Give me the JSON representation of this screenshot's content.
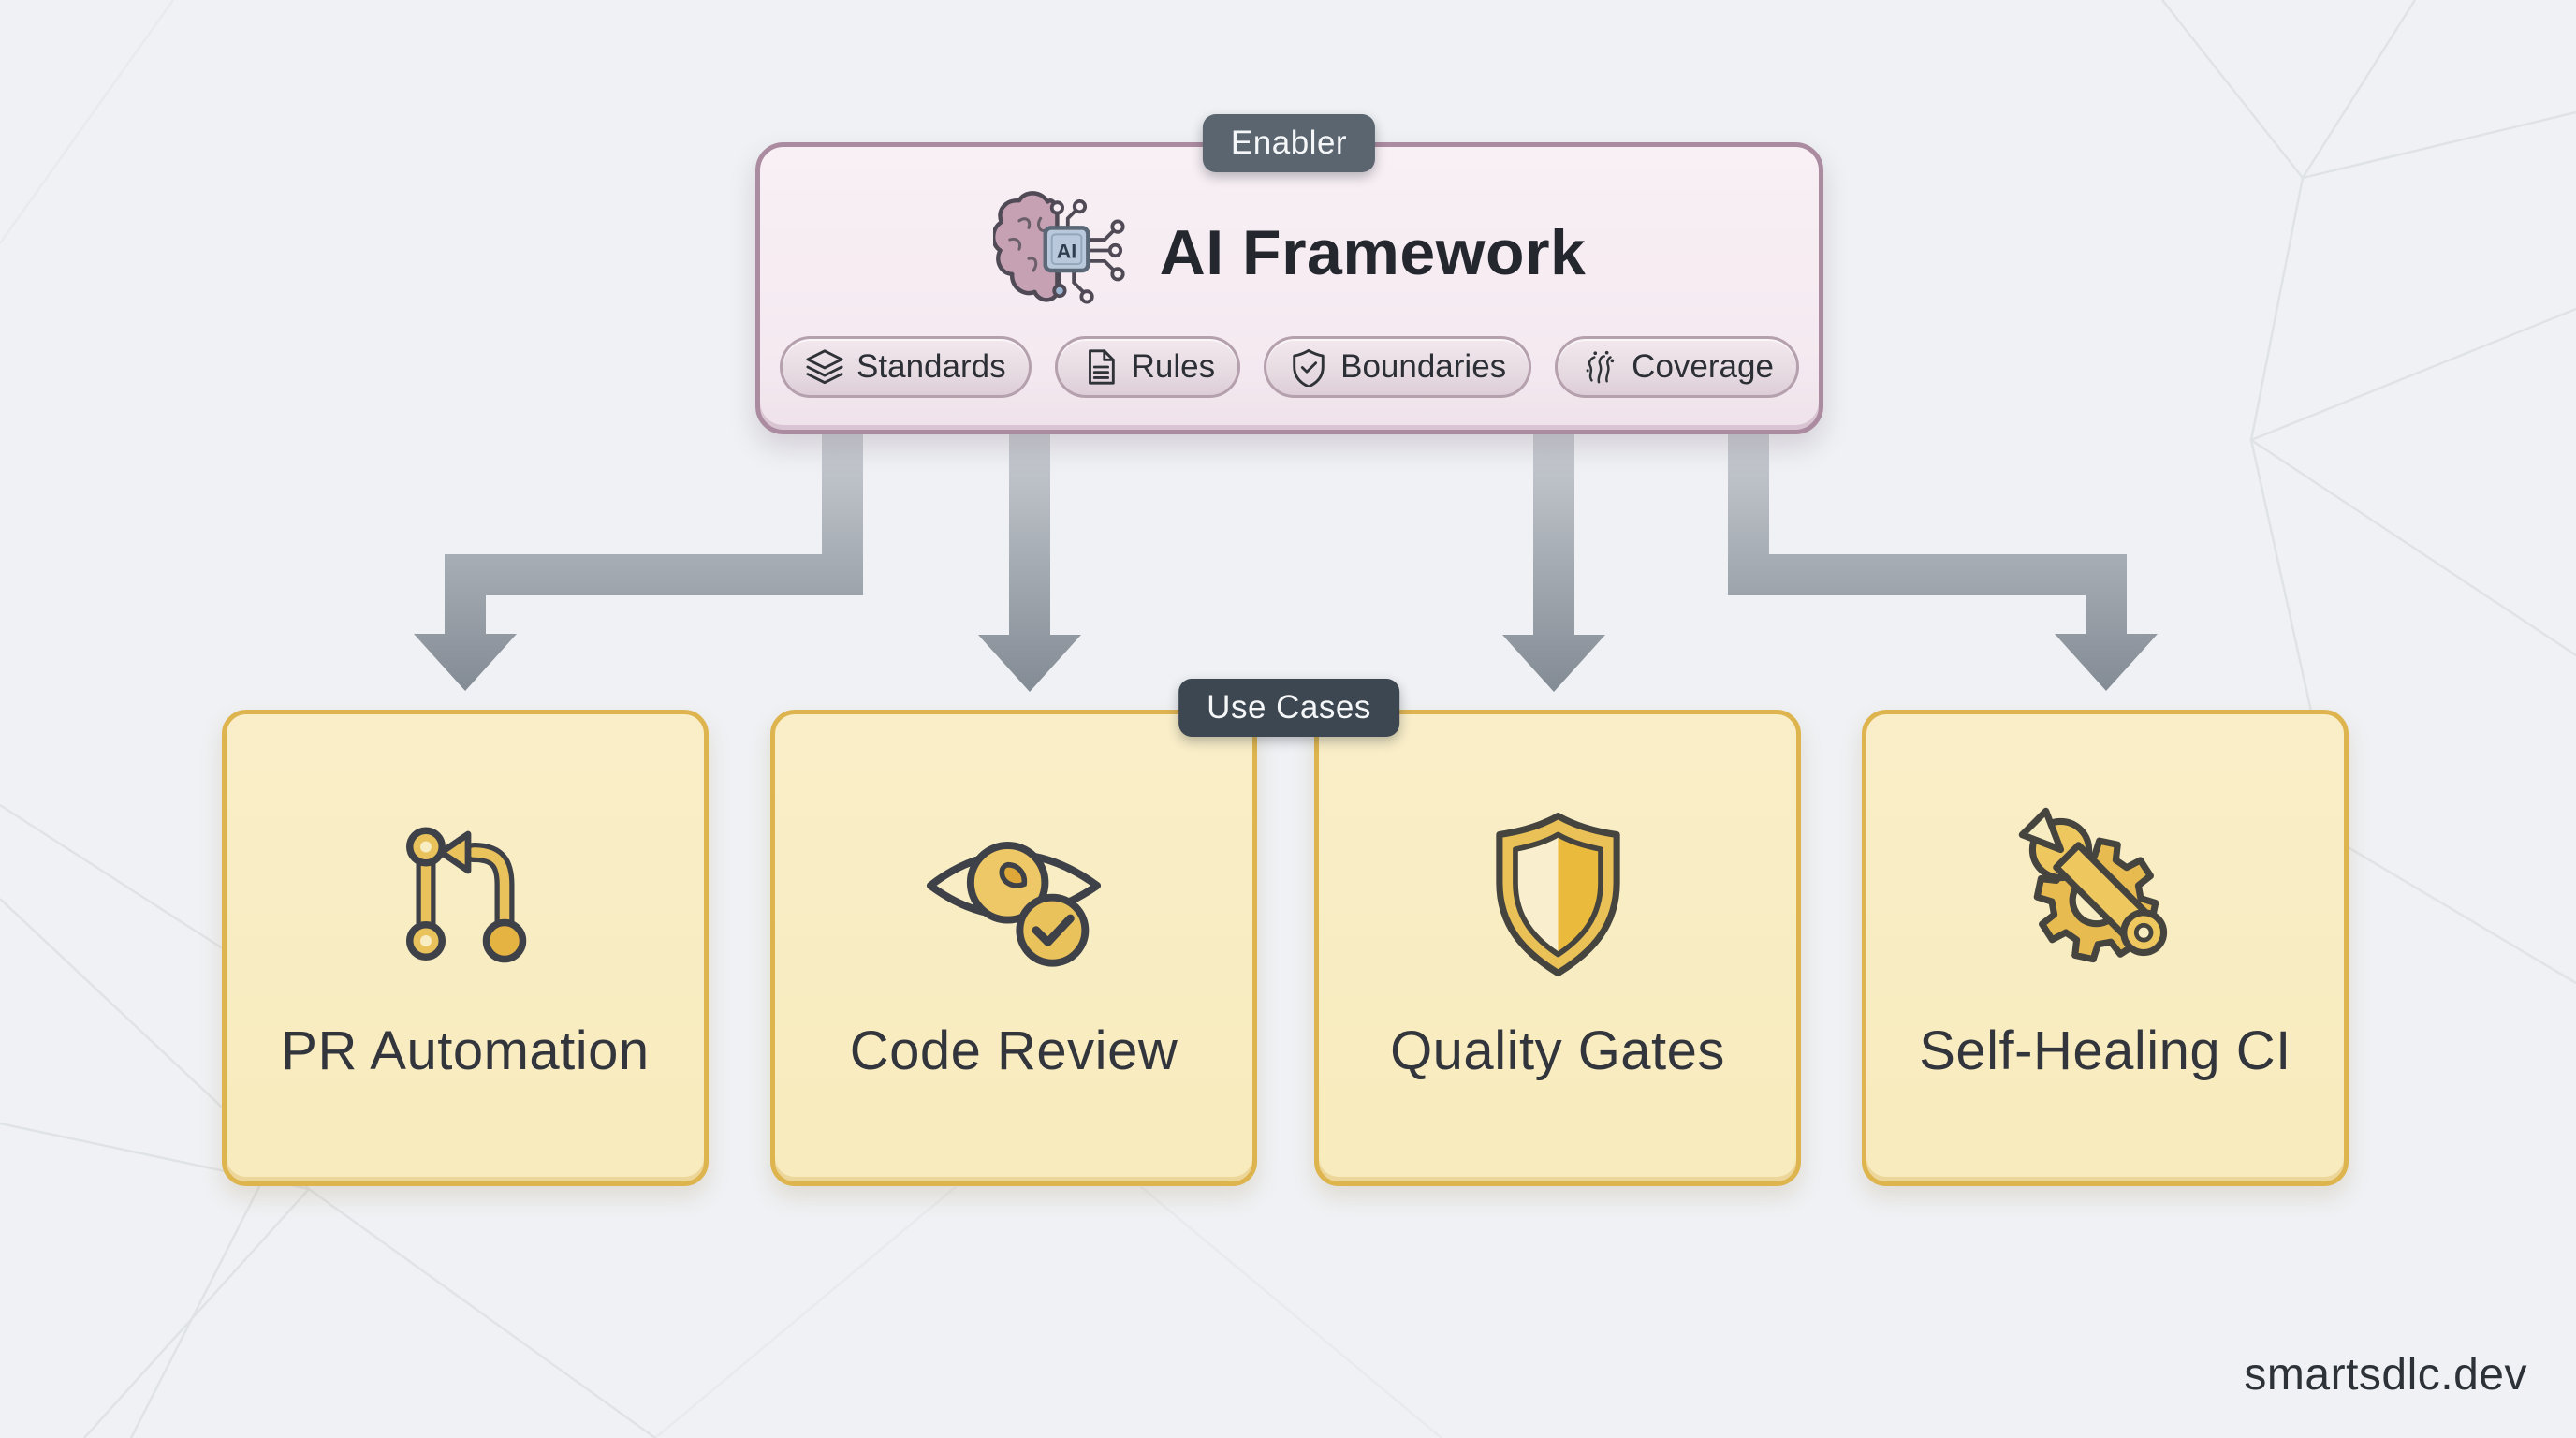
{
  "header": {
    "badge": "Enabler",
    "title": "AI Framework",
    "icon": "ai-brain-chip-icon",
    "pills": [
      {
        "label": "Standards",
        "icon": "layers-icon"
      },
      {
        "label": "Rules",
        "icon": "file-text-icon"
      },
      {
        "label": "Boundaries",
        "icon": "shield-check-icon"
      },
      {
        "label": "Coverage",
        "icon": "coverage-icon"
      }
    ]
  },
  "use_cases": {
    "badge": "Use Cases",
    "cards": [
      {
        "label": "PR Automation",
        "icon": "git-pull-request-icon"
      },
      {
        "label": "Code Review",
        "icon": "eye-check-icon"
      },
      {
        "label": "Quality Gates",
        "icon": "shield-icon"
      },
      {
        "label": "Self-Healing CI",
        "icon": "gear-wrench-icon"
      }
    ]
  },
  "footer": {
    "site": "smartsdlc.dev"
  },
  "colors": {
    "background": "#eff1f4",
    "framework_fill": "#f6edf3",
    "framework_border": "#ab8ba0",
    "badge_dark": "#3d4751",
    "badge_light": "#5a6570",
    "card_fill": "#f8ecc2",
    "card_border": "#ddb44e",
    "icon_gold": "#e9bf55",
    "arrow_gray": "#878e97",
    "text_dark": "#24282e"
  }
}
